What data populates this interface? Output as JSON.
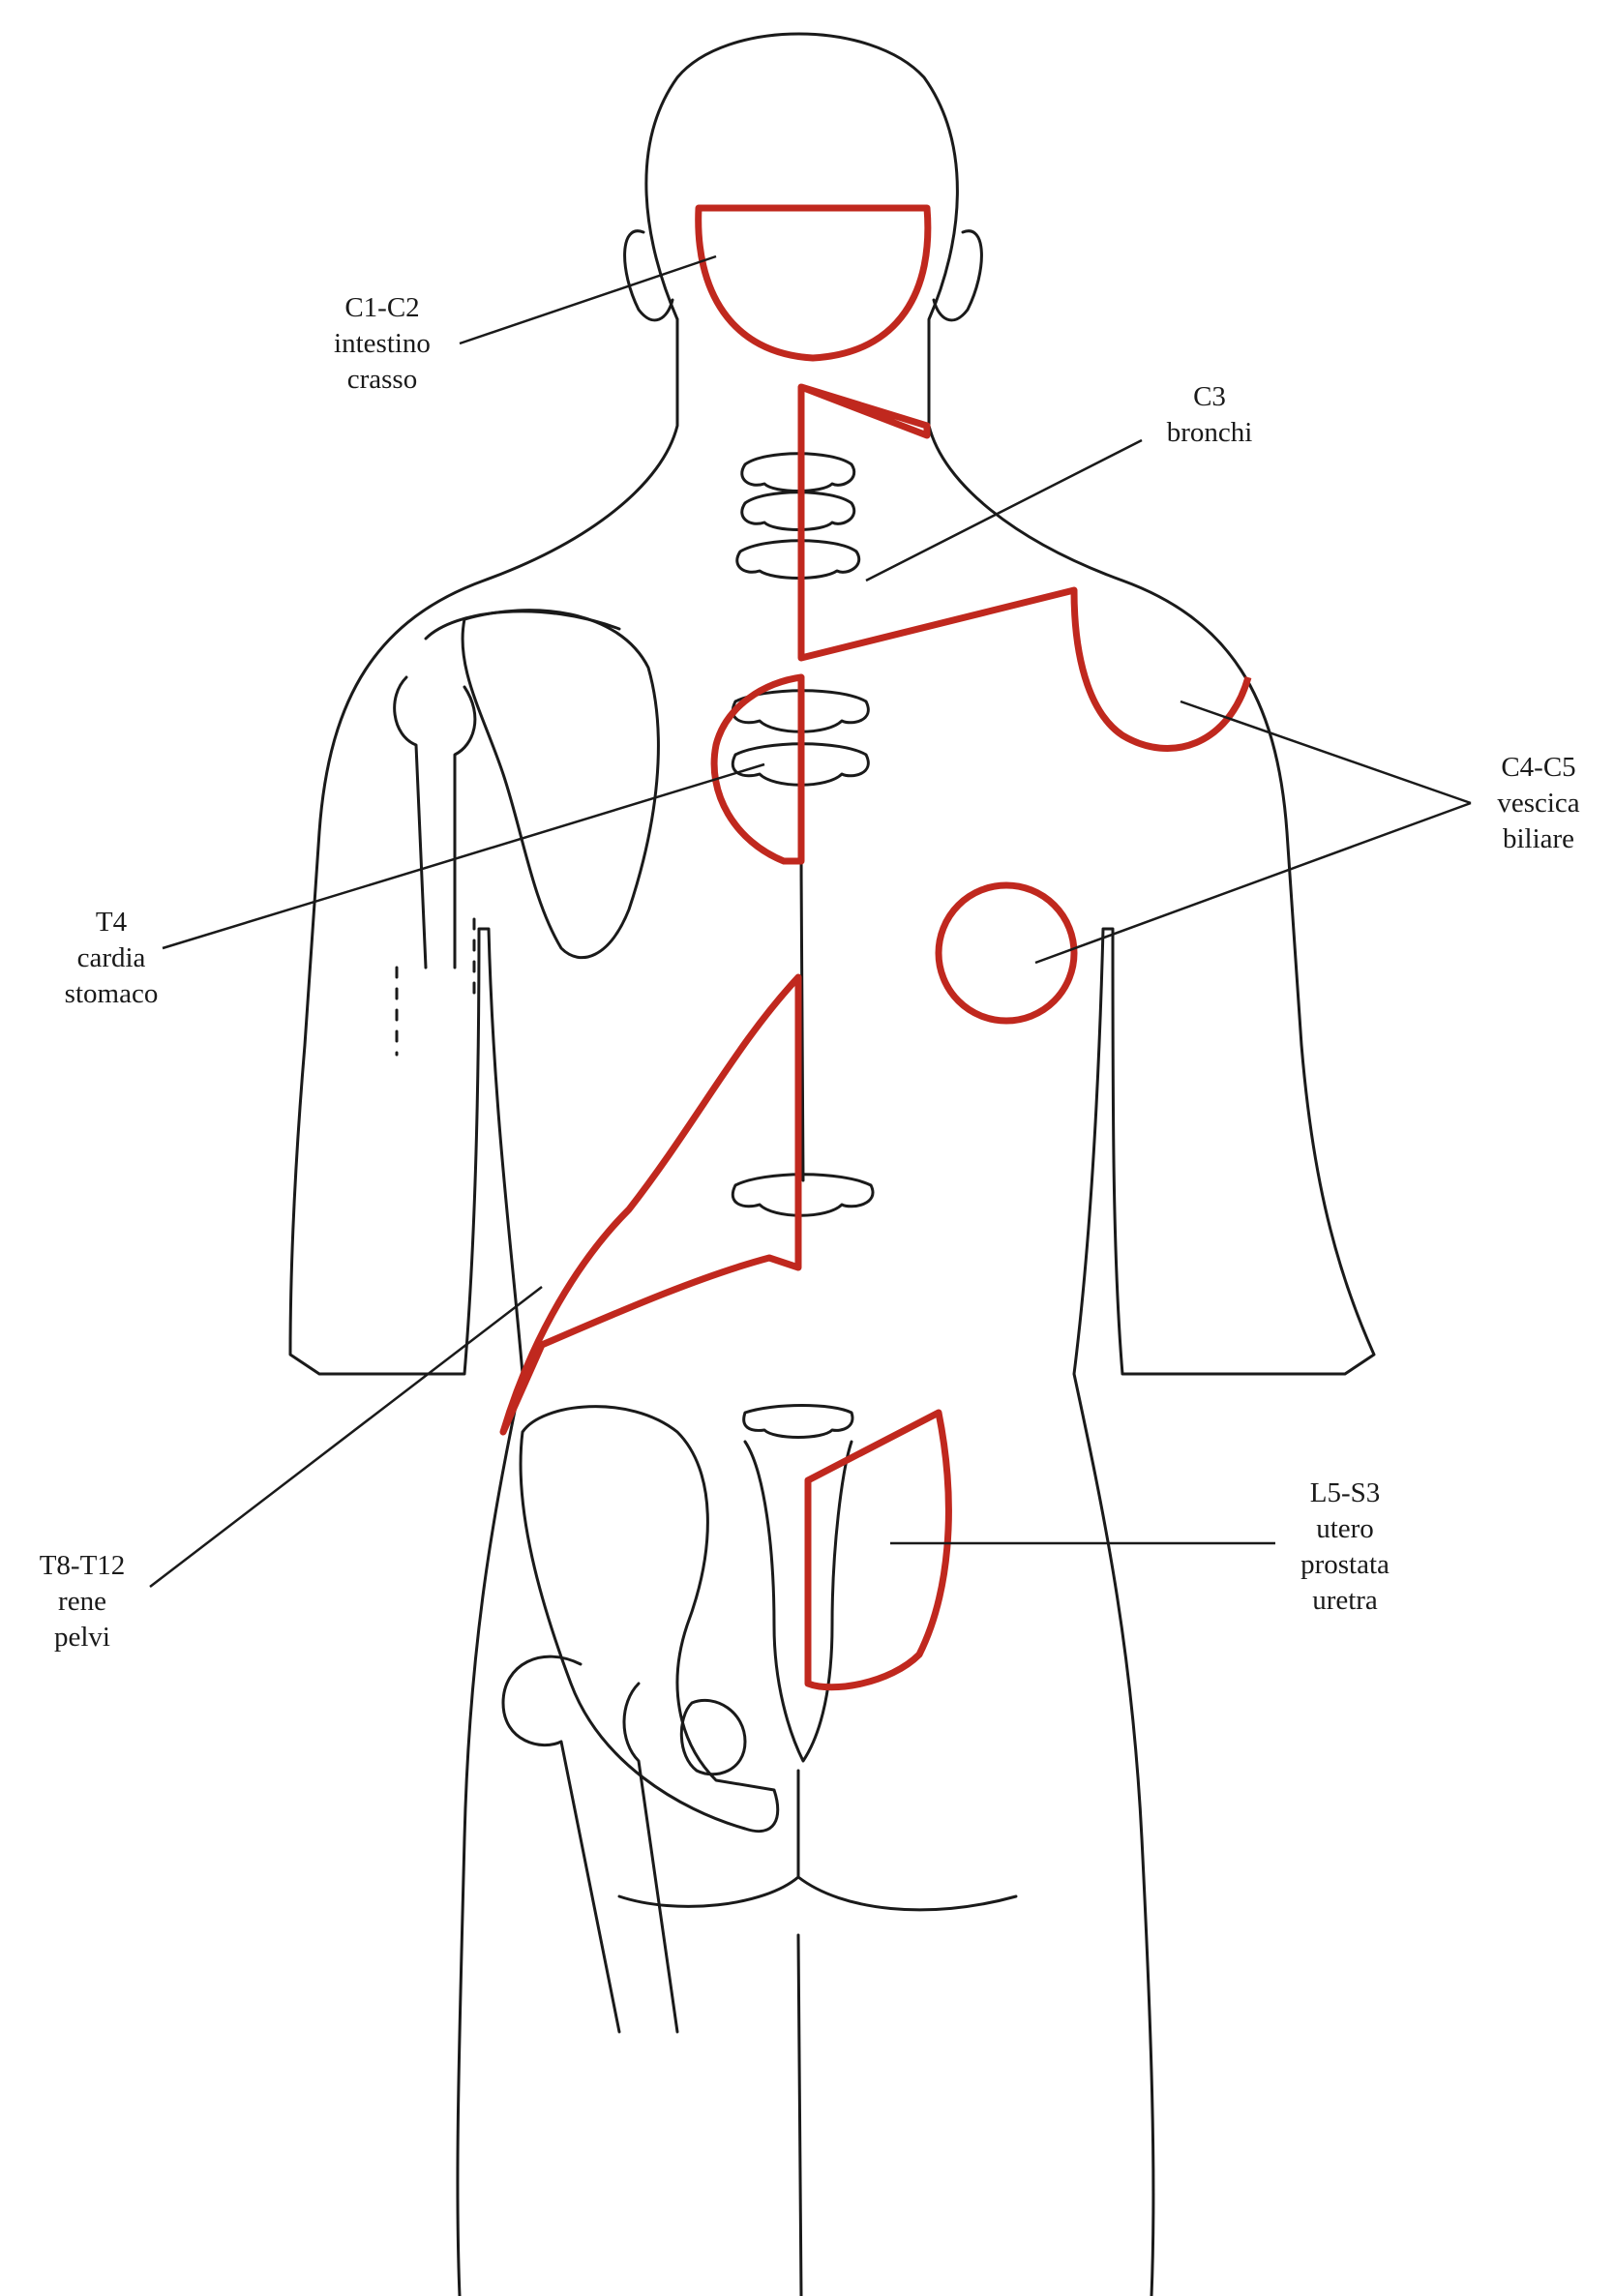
{
  "colors": {
    "outline": "#1a1a1a",
    "zone": "#c0281e",
    "background": "#ffffff"
  },
  "labels": {
    "c1c2": {
      "level": "C1-C2",
      "organs": [
        "intestino",
        "crasso"
      ]
    },
    "c3": {
      "level": "C3",
      "organs": [
        "bronchi"
      ]
    },
    "c4c5": {
      "level": "C4-C5",
      "organs": [
        "vescica",
        "biliare"
      ]
    },
    "t4": {
      "level": "T4",
      "organs": [
        "cardia",
        "stomaco"
      ]
    },
    "t8t12": {
      "level": "T8-T12",
      "organs": [
        "rene",
        "pelvi"
      ]
    },
    "l5s3": {
      "level": "L5-S3",
      "organs": [
        "utero",
        "prostata",
        "uretra"
      ]
    }
  }
}
